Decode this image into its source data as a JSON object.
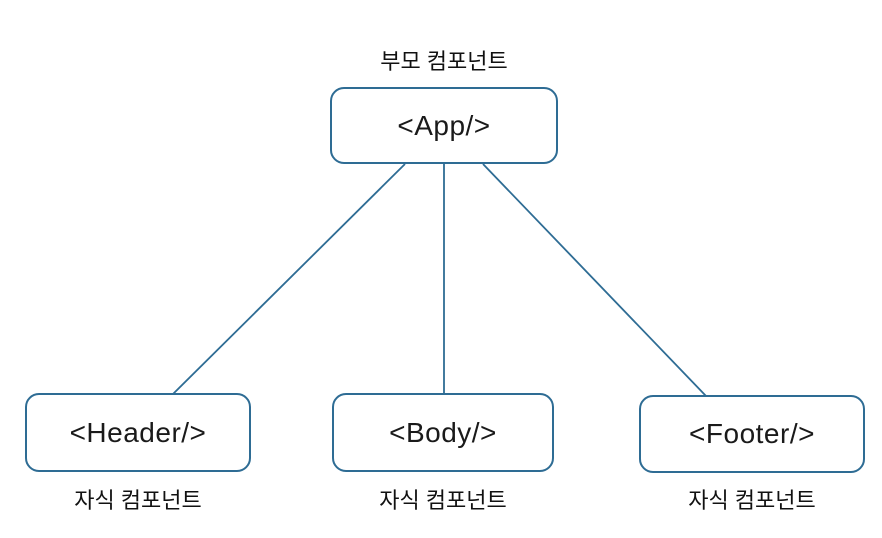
{
  "diagram": {
    "parent": {
      "caption": "부모 컴포넌트",
      "node_label": "<App/>"
    },
    "children": [
      {
        "node_label": "<Header/>",
        "caption": "자식 컴포넌트"
      },
      {
        "node_label": "<Body/>",
        "caption": "자식 컴포넌트"
      },
      {
        "node_label": "<Footer/>",
        "caption": "자식 컴포넌트"
      }
    ],
    "colors": {
      "node_border": "#2e6c94",
      "edge": "#2e6c94",
      "text": "#1a1a1a",
      "background": "#ffffff"
    }
  }
}
